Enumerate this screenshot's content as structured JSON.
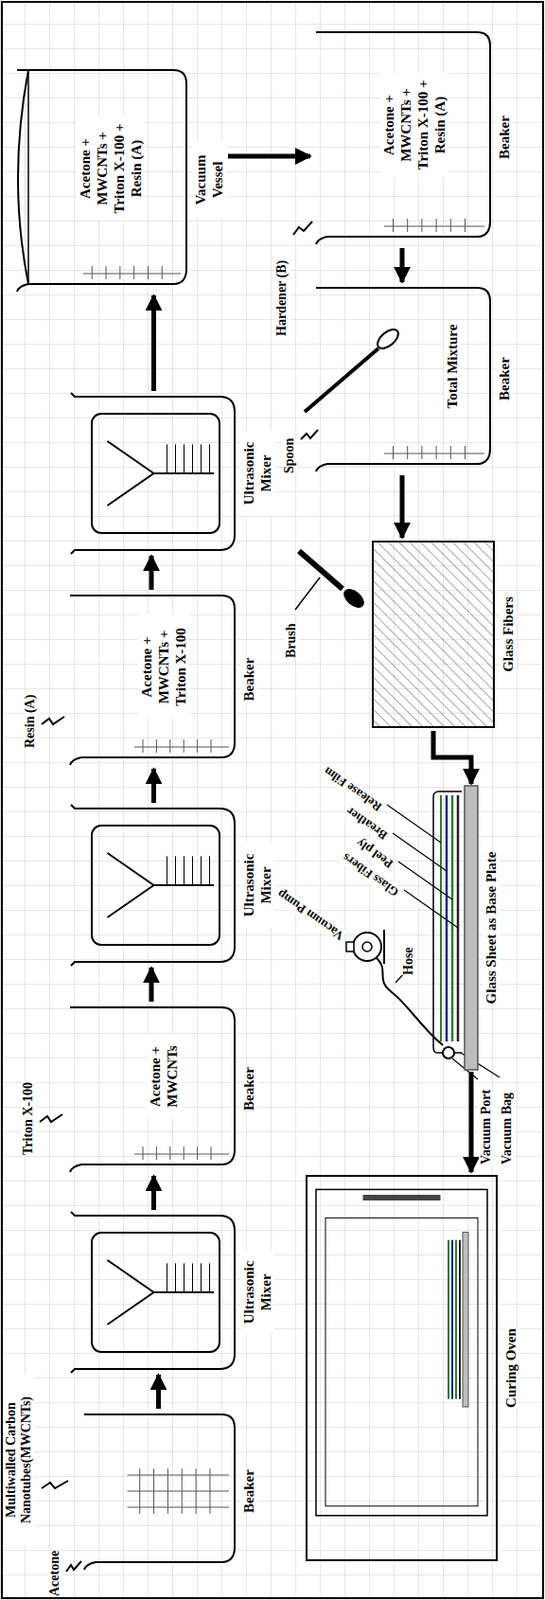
{
  "diagram": {
    "nodes": [
      {
        "text": [
          "Beaker"
        ]
      },
      {
        "text": [
          "Ultrasonic Mixer"
        ]
      },
      {
        "text": [
          "Acetone + MWCNTs",
          "Beaker"
        ]
      },
      {
        "text": [
          "Ultrasonic Mixer"
        ]
      },
      {
        "text": [
          "Acetone + MWCNTs + Triton X-100",
          "Beaker"
        ]
      },
      {
        "text": [
          "Ultrasonic Mixer"
        ]
      },
      {
        "text": [
          "Acetone + MWCNTs + Triton X-100 + Resin (A)",
          "Vacuum Vessel"
        ]
      },
      {
        "text": [
          "Acetone + MWCNTs + Triton X-100 + Resin (A)",
          "Beaker"
        ]
      },
      {
        "text": [
          "Total Mixture",
          "Beaker"
        ]
      },
      {
        "text": [
          "Glass Fibers"
        ]
      },
      {
        "text": [
          "Glass Sheet as Base Plate"
        ]
      },
      {
        "text": [
          "Curing Oven"
        ]
      }
    ],
    "edges": [
      {
        "from": 0,
        "to": 1,
        "arrow": "to"
      },
      {
        "from": 1,
        "to": 2,
        "arrow": "to"
      },
      {
        "from": 2,
        "to": 3,
        "arrow": "to"
      },
      {
        "from": 3,
        "to": 4,
        "arrow": "to"
      },
      {
        "from": 4,
        "to": 5,
        "arrow": "to"
      },
      {
        "from": 5,
        "to": 6,
        "arrow": "to"
      },
      {
        "from": 6,
        "to": 7,
        "arrow": "to"
      },
      {
        "from": 7,
        "to": 8,
        "arrow": "to"
      },
      {
        "from": 8,
        "to": 9,
        "arrow": "to"
      },
      {
        "from": 9,
        "to": 10,
        "arrow": "to"
      },
      {
        "from": 10,
        "to": 11,
        "arrow": "to"
      }
    ],
    "labels": [
      "Acetone",
      "Multiwalled Carbon Nanotubes(MWCNTs)",
      "Triton X-100",
      "Resin (A)",
      "Hardener (B)",
      "Spoon",
      "Brush",
      "Release Film",
      "Breather",
      "Peel ply",
      "Glass Fibers",
      "Vacuum Pump",
      "Hose",
      "Vacuum Port",
      "Vacuum Bag"
    ]
  }
}
